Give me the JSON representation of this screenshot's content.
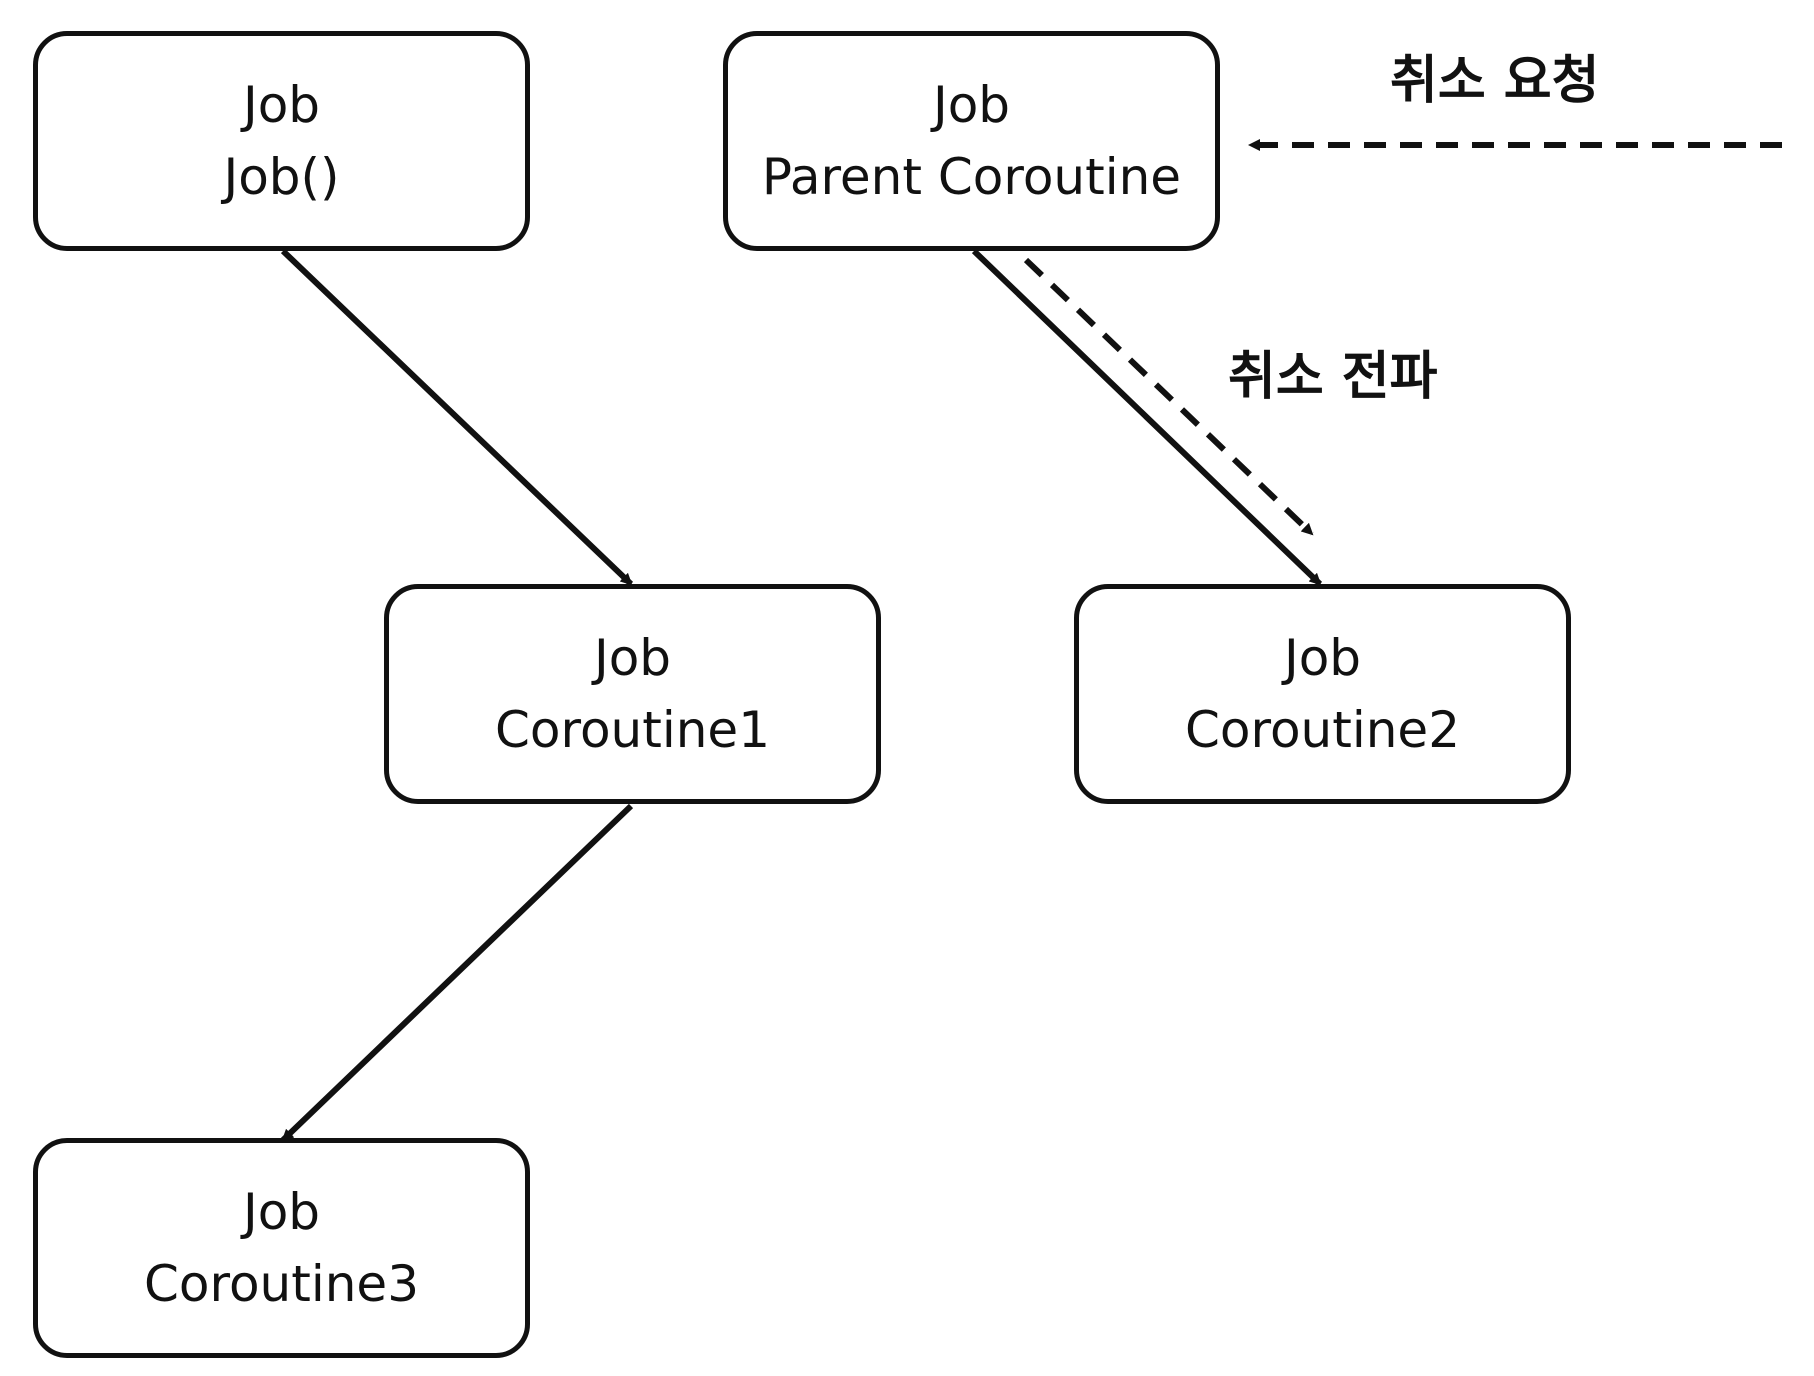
{
  "nodes": [
    {
      "id": "job-standalone",
      "type": "Job",
      "name": "Job()"
    },
    {
      "id": "parent-coroutine",
      "type": "Job",
      "name": "Parent Coroutine"
    },
    {
      "id": "coroutine1",
      "type": "Job",
      "name": "Coroutine1"
    },
    {
      "id": "coroutine2",
      "type": "Job",
      "name": "Coroutine2"
    },
    {
      "id": "coroutine3",
      "type": "Job",
      "name": "Coroutine3"
    }
  ],
  "edges": [
    {
      "from": "job-standalone",
      "to": "coroutine1",
      "style": "solid"
    },
    {
      "from": "coroutine1",
      "to": "coroutine3",
      "style": "solid"
    },
    {
      "from": "parent-coroutine",
      "to": "coroutine2",
      "style": "solid"
    },
    {
      "from": "parent-coroutine",
      "to": "coroutine2",
      "style": "dashed",
      "label": "취소 전파"
    },
    {
      "from": "external",
      "to": "parent-coroutine",
      "style": "dashed",
      "label": "취소 요청"
    }
  ],
  "labels": {
    "cancel_request": "취소 요청",
    "cancel_propagation": "취소 전파"
  }
}
